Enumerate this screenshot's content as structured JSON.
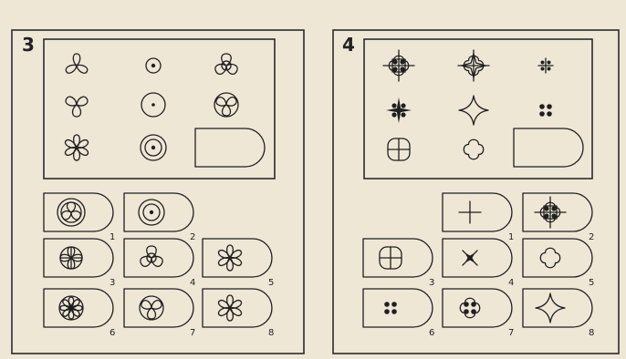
{
  "puzzles": [
    {
      "number": "3",
      "grid": [
        [
          "propeller3",
          "ring_dot",
          "triquetra"
        ],
        [
          "trefoil",
          "circle_dot",
          "circle_trefoil"
        ],
        [
          "flower6",
          "double_ring_dot",
          "blank"
        ]
      ],
      "answers": [
        {
          "label": "1",
          "icon": "circle_flower"
        },
        {
          "label": "2",
          "icon": "double_ring_dot"
        },
        {
          "label": "3",
          "icon": "circle_cross_flower"
        },
        {
          "label": "4",
          "icon": "triquetra"
        },
        {
          "label": "5",
          "icon": "flower6"
        },
        {
          "label": "6",
          "icon": "circle_flower8"
        },
        {
          "label": "7",
          "icon": "circle_trefoil"
        },
        {
          "label": "8",
          "icon": "flower6"
        }
      ]
    },
    {
      "number": "4",
      "grid": [
        [
          "ornate_quatrefoil",
          "quatrefoil_star",
          "small_star_dots"
        ],
        [
          "star_leaves",
          "four_point_star",
          "four_dots"
        ],
        [
          "quad_square",
          "quatrefoil",
          "blank"
        ]
      ],
      "answers": [
        {
          "label": "1",
          "icon": "plus"
        },
        {
          "label": "2",
          "icon": "ornate_quatrefoil"
        },
        {
          "label": "3",
          "icon": "quad_square"
        },
        {
          "label": "4",
          "icon": "x_star"
        },
        {
          "label": "5",
          "icon": "quatrefoil"
        },
        {
          "label": "6",
          "icon": "four_dots"
        },
        {
          "label": "7",
          "icon": "quatrefoil_dots"
        },
        {
          "label": "8",
          "icon": "four_point_star"
        }
      ]
    }
  ]
}
